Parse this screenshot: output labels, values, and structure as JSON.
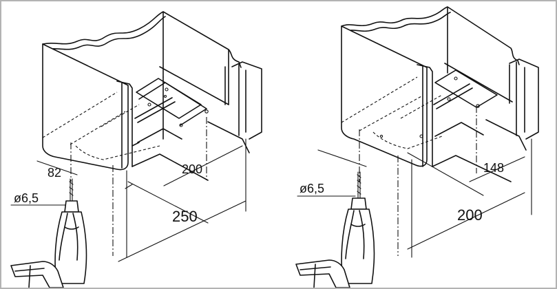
{
  "left_panel": {
    "dim_side_offset": "82",
    "dim_hole_spacing": "200",
    "dim_overall": "250",
    "drill_diameter": "ø6,5"
  },
  "right_panel": {
    "dim_hole_spacing": "148",
    "dim_overall": "200",
    "drill_diameter": "ø6,5"
  }
}
